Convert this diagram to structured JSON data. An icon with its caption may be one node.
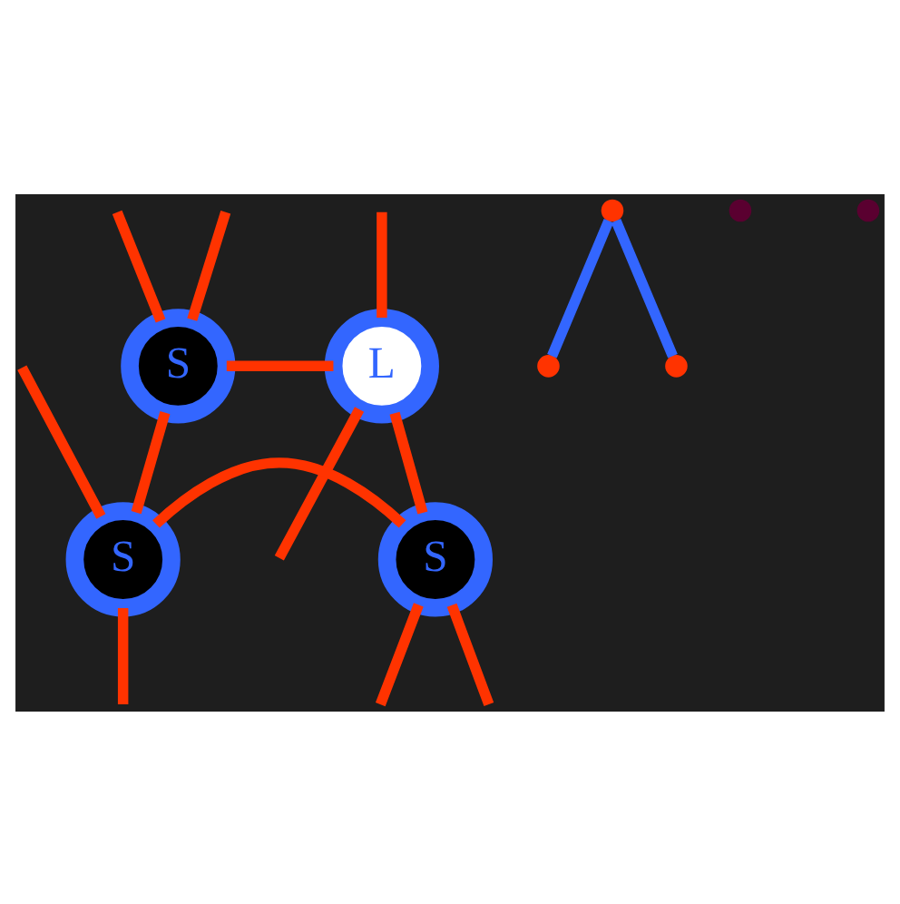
{
  "diagram": {
    "nodes": [
      {
        "text": [
          "S"
        ]
      },
      {
        "text": [
          "L"
        ]
      },
      {
        "text": [
          "S"
        ]
      },
      {
        "text": [
          "S"
        ]
      },
      {
        "text": [],
        "shape": "circle"
      },
      {
        "text": [],
        "shape": "circle"
      },
      {
        "text": [],
        "shape": "circle"
      },
      {
        "text": [],
        "shape": "circle"
      },
      {
        "text": [],
        "shape": "circle"
      }
    ],
    "edges": [
      {
        "from": 0,
        "to": 1,
        "arrow": "none"
      },
      {
        "from": 0,
        "to": 2,
        "arrow": "none"
      },
      {
        "from": 1,
        "to": 3,
        "arrow": "none"
      },
      {
        "from": 2,
        "to": 3,
        "arrow": "none"
      },
      {
        "from": null,
        "to": 0,
        "arrow": "none"
      },
      {
        "from": null,
        "to": 0,
        "arrow": "none"
      },
      {
        "from": null,
        "to": 1,
        "arrow": "none"
      },
      {
        "from": 1,
        "to": null,
        "arrow": "none"
      },
      {
        "from": null,
        "to": 2,
        "arrow": "none"
      },
      {
        "from": 2,
        "to": null,
        "arrow": "none"
      },
      {
        "from": 3,
        "to": null,
        "arrow": "none"
      },
      {
        "from": 3,
        "to": null,
        "arrow": "none"
      },
      {
        "from": 4,
        "to": 5,
        "arrow": "none",
        "color": "#3366ff"
      },
      {
        "from": 4,
        "to": 6,
        "arrow": "none",
        "color": "#3366ff"
      }
    ]
  }
}
